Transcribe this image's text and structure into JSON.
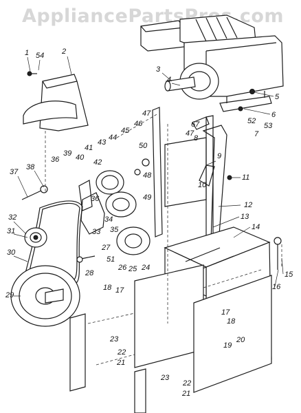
{
  "watermark": "AppliancePartsPros.com",
  "callouts": [
    "1",
    "54",
    "2",
    "3",
    "4",
    "5",
    "6",
    "53",
    "52",
    "7",
    "47",
    "46",
    "67",
    "47",
    "8",
    "45",
    "50",
    "44",
    "43",
    "41",
    "39",
    "36",
    "40",
    "42",
    "9",
    "38",
    "48",
    "10",
    "11",
    "37",
    "12",
    "49",
    "36",
    "13",
    "34",
    "14",
    "32",
    "33",
    "35",
    "31",
    "51",
    "27",
    "15",
    "30",
    "28",
    "26",
    "25",
    "24",
    "16",
    "29",
    "18",
    "17",
    "17",
    "18",
    "23",
    "22",
    "21",
    "19",
    "20",
    "23",
    "22",
    "21"
  ]
}
